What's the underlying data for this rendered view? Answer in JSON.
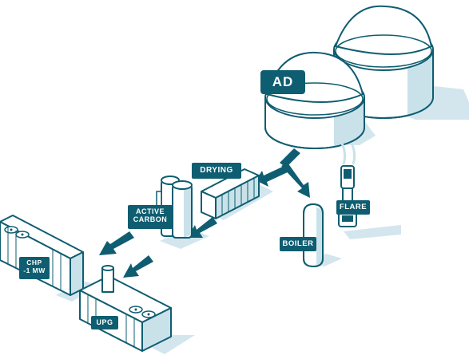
{
  "colors": {
    "label_bg": "#0f5d70",
    "label_text": "#ffffff",
    "outline": "#0f5d70",
    "shadow": "#d3e6ee",
    "shade": "#c9e2ea",
    "arrow": "#0f5d70"
  },
  "labels": {
    "ad": "AD",
    "drying": "DRYING",
    "active_carbon": "ACTIVE\nCARBON",
    "flare": "FLARE",
    "boiler": "BOILER",
    "chp": "CHP\n-1 MW",
    "upg": "UPG"
  },
  "components": [
    {
      "id": "ad",
      "kind": "digester tanks",
      "icon": "tank"
    },
    {
      "id": "drying",
      "kind": "container",
      "icon": "container"
    },
    {
      "id": "active_carbon",
      "kind": "vessels",
      "icon": "vessel"
    },
    {
      "id": "flare",
      "kind": "stack",
      "icon": "flare-stack"
    },
    {
      "id": "boiler",
      "kind": "vessel",
      "icon": "boiler"
    },
    {
      "id": "chp",
      "kind": "container",
      "icon": "container"
    },
    {
      "id": "upg",
      "kind": "container",
      "icon": "container"
    }
  ],
  "flows": [
    {
      "from": "ad",
      "to": "drying"
    },
    {
      "from": "ad",
      "to": "boiler"
    },
    {
      "from": "drying",
      "to": "active_carbon"
    },
    {
      "from": "active_carbon",
      "to": "chp"
    },
    {
      "from": "active_carbon",
      "to": "upg"
    }
  ]
}
